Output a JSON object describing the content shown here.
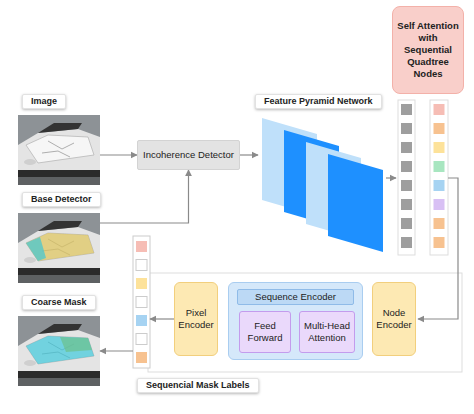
{
  "diagram": {
    "nodes": [
      {
        "text": [
          "Image"
        ]
      },
      {
        "text": [
          "Base Detector"
        ]
      },
      {
        "text": [
          "Coarse Mask"
        ]
      },
      {
        "text": [
          "Incoherence Detector"
        ]
      },
      {
        "text": [
          "Feature Pyramid Network"
        ]
      },
      {
        "text": [
          "Self Attention with Sequential Quadtree Nodes"
        ]
      },
      {
        "text": [
          "Pixel Encoder"
        ]
      },
      {
        "text": [
          "Sequence Encoder"
        ]
      },
      {
        "text": [
          "Feed Forward"
        ],
        "in": 7
      },
      {
        "text": [
          "Multi-Head Attention"
        ],
        "in": 7
      },
      {
        "text": [
          "Node Encoder"
        ]
      },
      {
        "text": [
          "Sequencial Mask Labels"
        ]
      }
    ],
    "edges": [
      {
        "from": 0,
        "to": 3,
        "arrow": "to"
      },
      {
        "from": 1,
        "to": 3,
        "arrow": "to"
      },
      {
        "from": 3,
        "to": 4,
        "arrow": "to"
      },
      {
        "from": 6,
        "to": 11,
        "arrow": "to"
      },
      {
        "from": 11,
        "to": 2,
        "arrow": "to"
      }
    ]
  }
}
